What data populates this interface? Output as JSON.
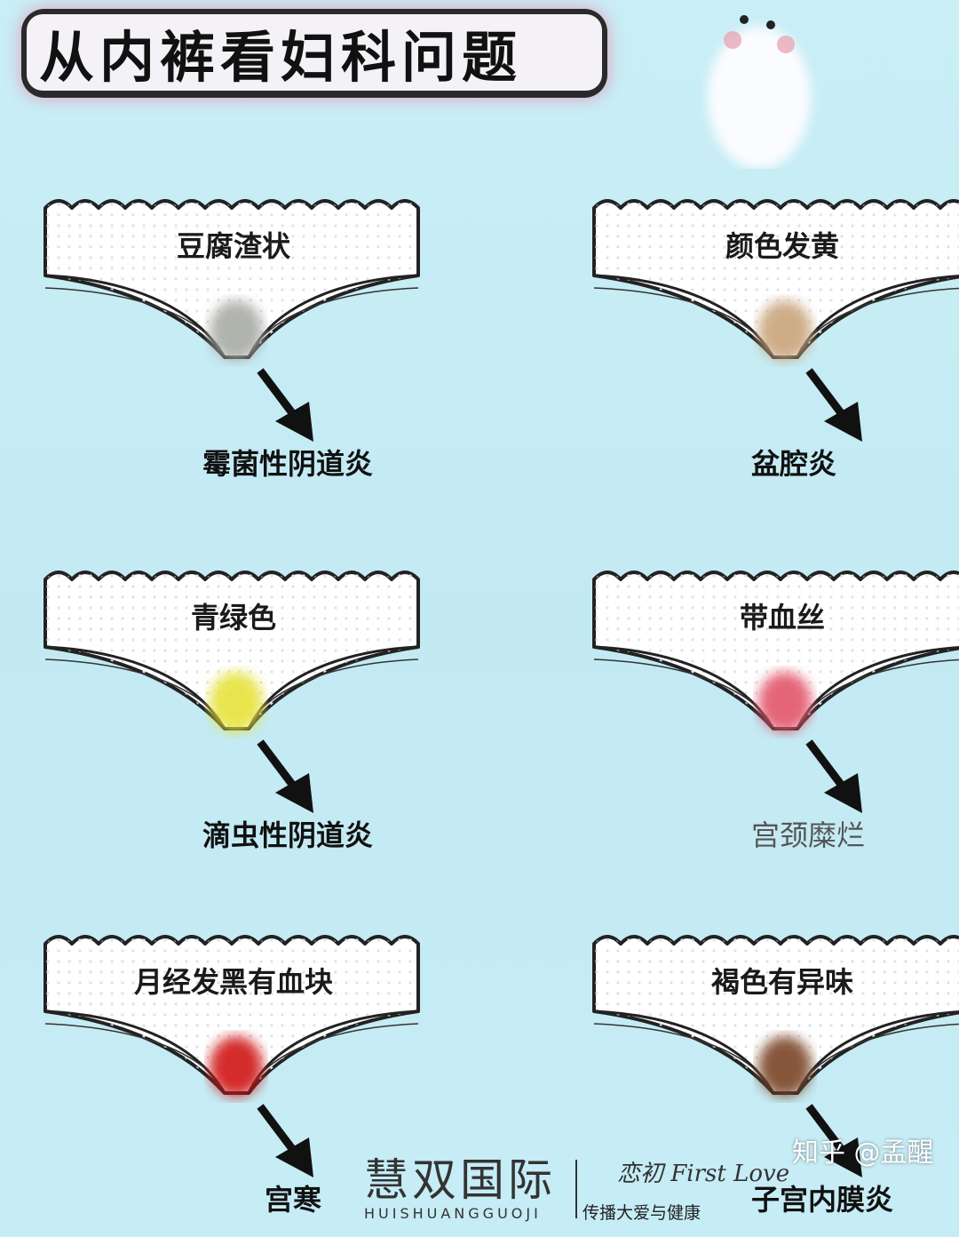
{
  "title": "从内裤看妇科问题",
  "panels": [
    {
      "label": "豆腐渣状",
      "result": "霉菌性阴道炎",
      "stain_color": "#a9aba5",
      "result_style": "bold"
    },
    {
      "label": "颜色发黄",
      "result": "盆腔炎",
      "stain_color": "#c9a47c",
      "result_style": "bold"
    },
    {
      "label": "青绿色",
      "result": "滴虫性阴道炎",
      "stain_color": "#e6e23a",
      "result_style": "bold"
    },
    {
      "label": "带血丝",
      "result": "宫颈糜烂",
      "stain_color": "#e2546a",
      "result_style": "thin"
    },
    {
      "label": "月经发黑有血块",
      "result": "宫寒",
      "stain_color": "#d01414",
      "result_style": "bold"
    },
    {
      "label": "褐色有异味",
      "result": "子宫内膜炎",
      "stain_color": "#7a4526",
      "result_style": "bold"
    }
  ],
  "brand": {
    "name_cn": "慧双国际",
    "name_en": "HUISHUANGGUOJI",
    "logo": "恋初 First Love",
    "slogan": "传播大爱与健康"
  },
  "watermark": "知乎 @孟醒"
}
